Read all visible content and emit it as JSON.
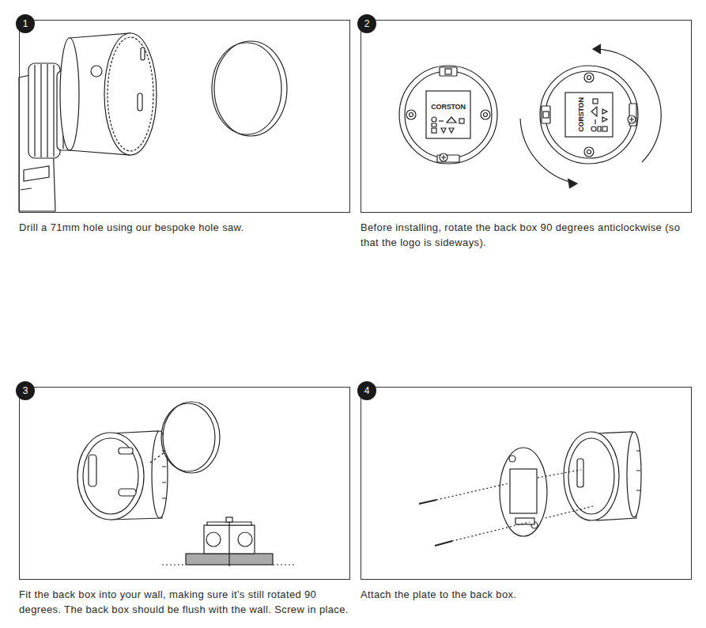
{
  "diagram": {
    "nodes": [
      {
        "text": [
          "Drill a 71mm hole using our bespoke hole saw."
        ]
      },
      {
        "text": [
          "1"
        ],
        "in": 0
      },
      {
        "text": [
          "Before installing, rotate the back box 90 degrees anticlockwise (so that the logo is sideways)."
        ]
      },
      {
        "text": [
          "2"
        ],
        "in": 2
      },
      {
        "text": [
          "Fit the back box into your wall, making sure it’s still rotated 90 degrees. The back box should be flush with the wall. Screw in place."
        ]
      },
      {
        "text": [
          "3"
        ],
        "in": 4
      },
      {
        "text": [
          "Attach the plate to the back box."
        ]
      },
      {
        "text": [
          "4"
        ],
        "in": 6
      }
    ],
    "labels": [
      "CORSTON",
      "CORSTON"
    ]
  }
}
